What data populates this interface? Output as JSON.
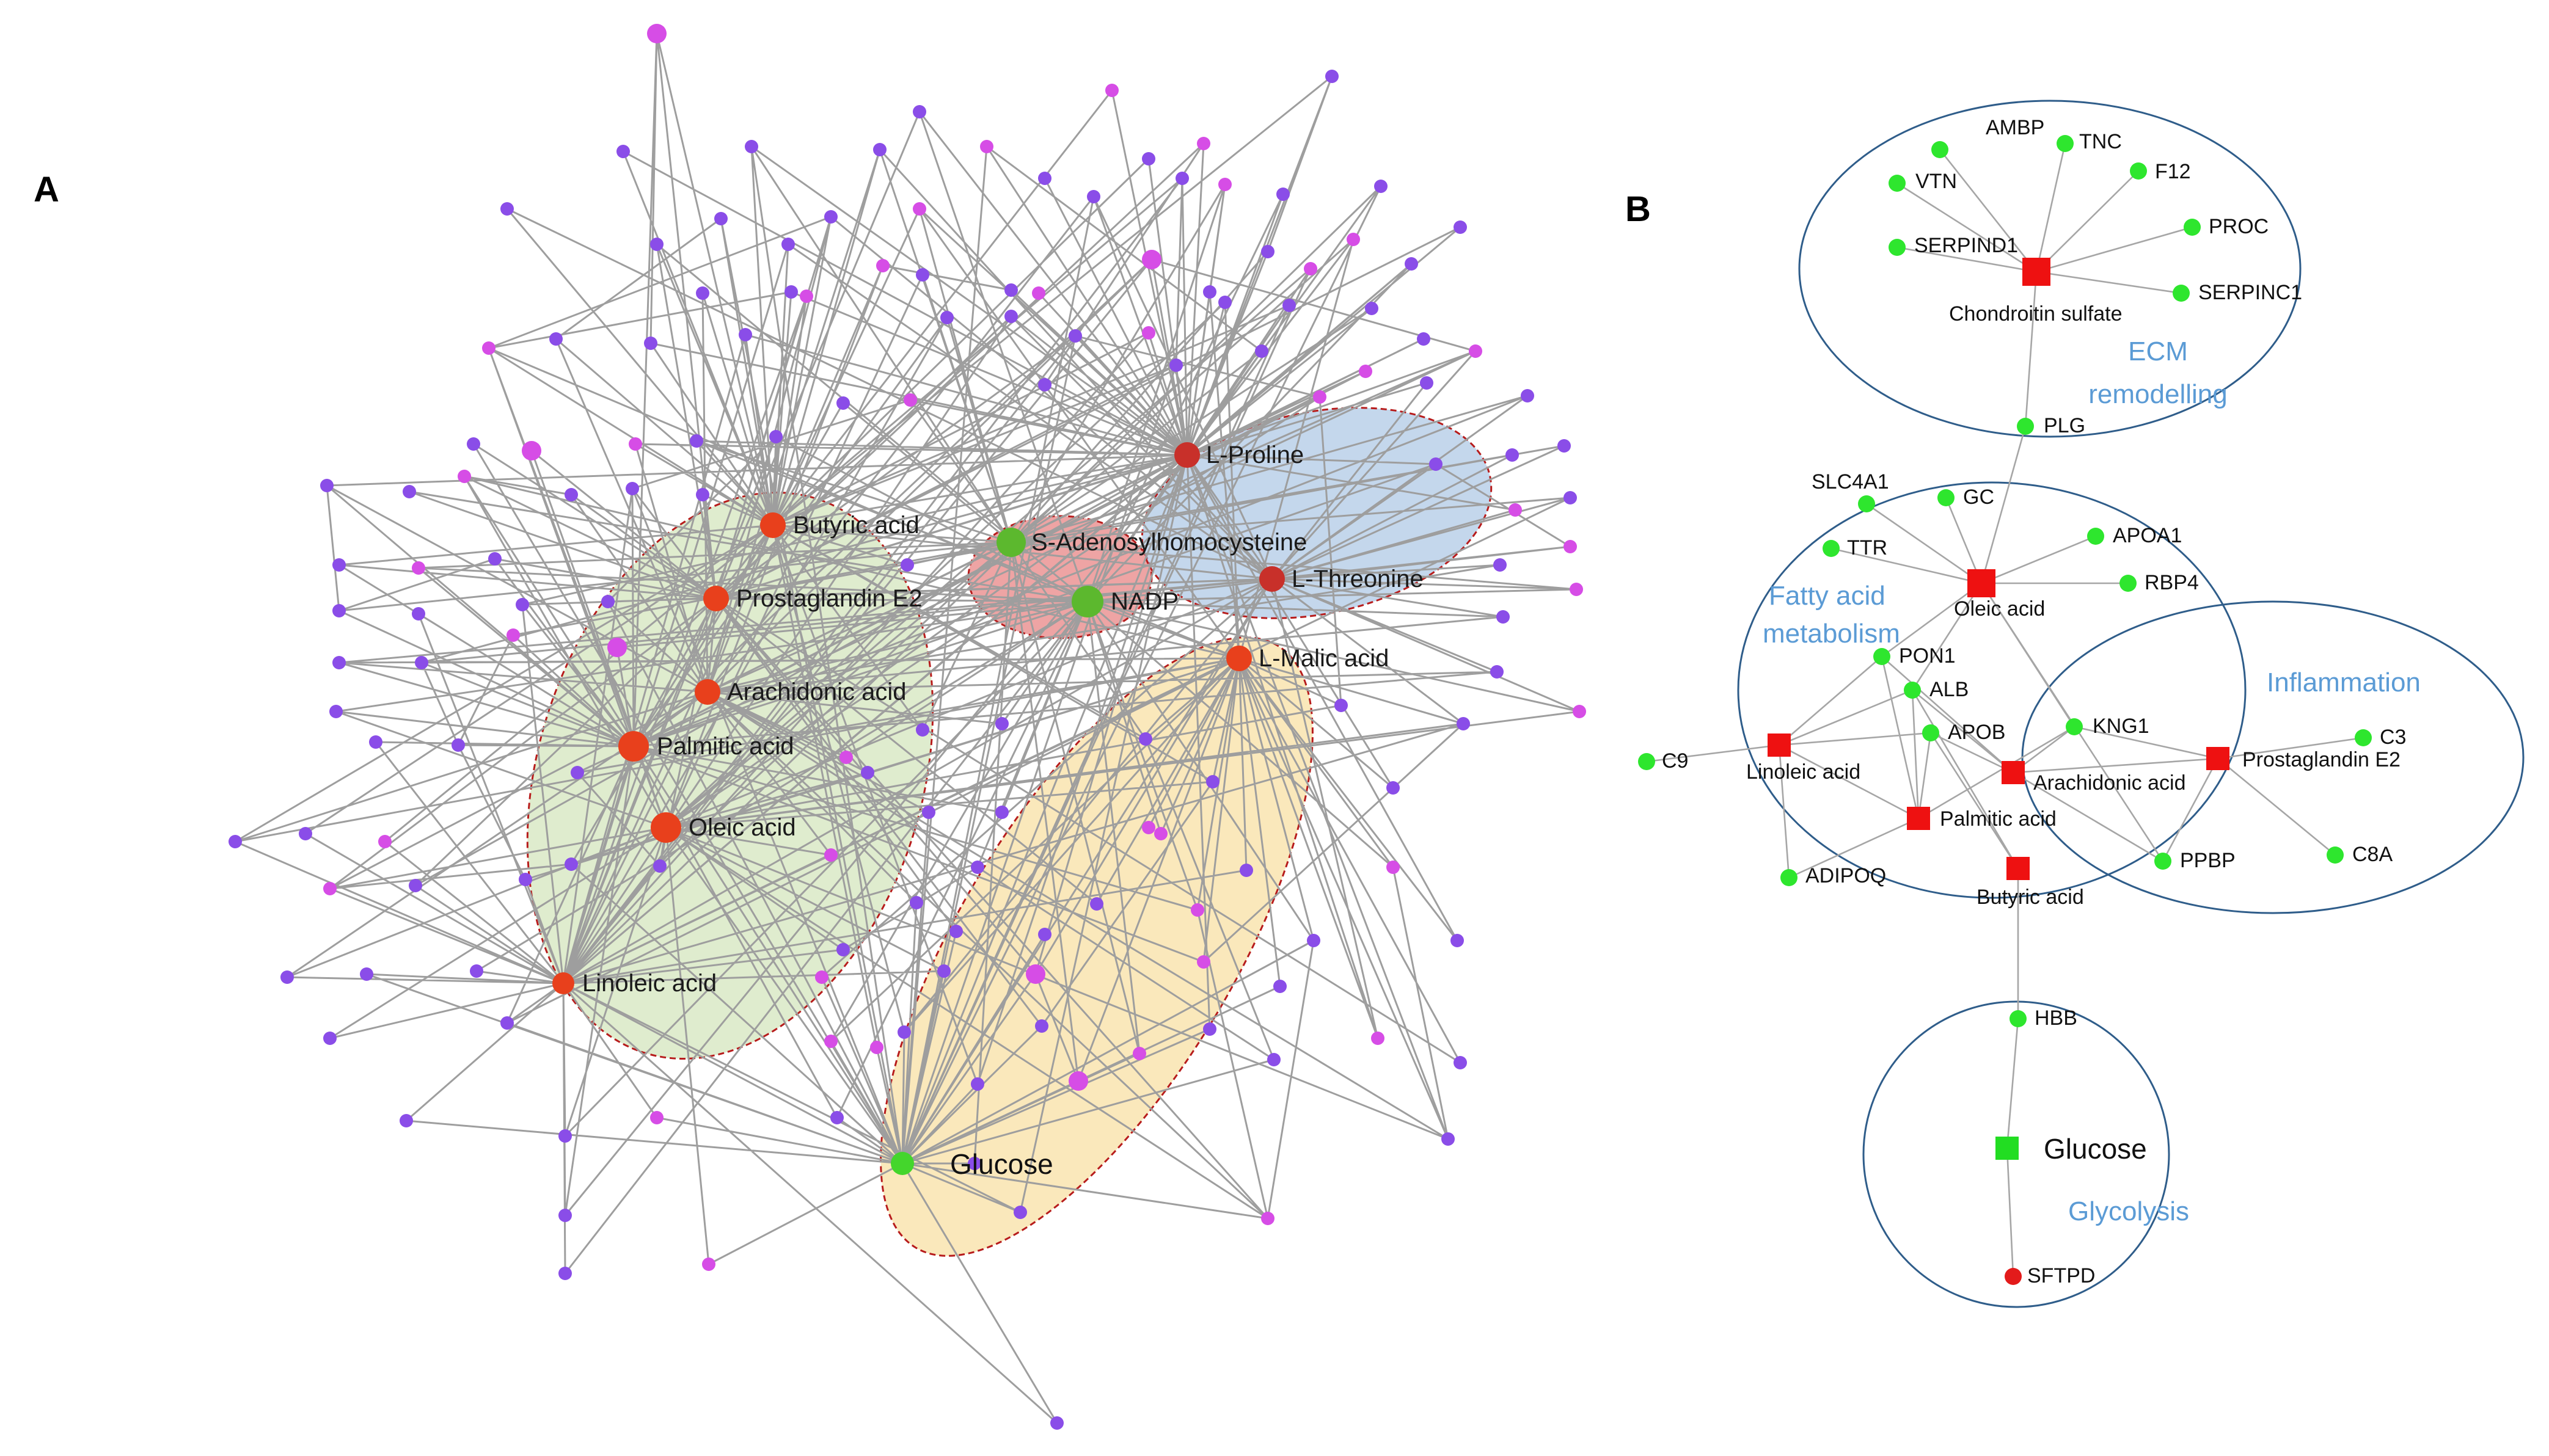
{
  "panels": {
    "a": {
      "letter": "A"
    },
    "b": {
      "letter": "B"
    }
  },
  "colors": {
    "metabolite_red": "#e8401c",
    "hub_green": "#5cb82e",
    "peripheral_purple": "#8a4de8",
    "peripheral_magenta": "#d64de6",
    "group_green": "#c9e0ad",
    "group_red": "#e57373",
    "group_blue": "#9dbde0",
    "group_yellow": "#f7dc97",
    "protein_green": "#2ee62e",
    "metabolite_square_red": "#ee1111",
    "group_label_blue": "#5b9bd5"
  },
  "network_a": {
    "metabolites": [
      {
        "id": "butyric",
        "label": "Butyric acid",
        "type": "metabolite"
      },
      {
        "id": "pge2",
        "label": "Prostaglandin E2",
        "type": "metabolite"
      },
      {
        "id": "arach",
        "label": "Arachidonic acid",
        "type": "metabolite"
      },
      {
        "id": "palmitic",
        "label": "Palmitic acid",
        "type": "metabolite"
      },
      {
        "id": "oleic",
        "label": "Oleic acid",
        "type": "metabolite"
      },
      {
        "id": "linoleic",
        "label": "Linoleic acid",
        "type": "metabolite"
      },
      {
        "id": "sah",
        "label": "S-Adenosylhomocysteine",
        "type": "hub"
      },
      {
        "id": "nadp",
        "label": "NADP",
        "type": "hub"
      },
      {
        "id": "proline",
        "label": "L-Proline",
        "type": "metabolite"
      },
      {
        "id": "threonine",
        "label": "L-Threonine",
        "type": "metabolite"
      },
      {
        "id": "malic",
        "label": "L-Malic acid",
        "type": "metabolite"
      },
      {
        "id": "glucose",
        "label": "Glucose",
        "type": "hub"
      }
    ]
  },
  "network_b": {
    "groups": [
      {
        "id": "ecm",
        "label_line1": "ECM",
        "label_line2": "remodelling"
      },
      {
        "id": "fatty",
        "label_line1": "Fatty acid",
        "label_line2": "metabolism"
      },
      {
        "id": "inflam",
        "label_line1": "Inflammation",
        "label_line2": ""
      },
      {
        "id": "glyco",
        "label_line1": "Glycolysis",
        "label_line2": ""
      }
    ],
    "metabolites": [
      {
        "id": "chondroitin",
        "label": "Chondroitin sulfate"
      },
      {
        "id": "oleic",
        "label": "Oleic acid"
      },
      {
        "id": "linoleic",
        "label": "Linoleic acid"
      },
      {
        "id": "arachidonic",
        "label": "Arachidonic acid"
      },
      {
        "id": "palmitic",
        "label": "Palmitic acid"
      },
      {
        "id": "butyric",
        "label": "Butyric acid"
      },
      {
        "id": "pge2",
        "label": "Prostaglandin E2"
      },
      {
        "id": "glucose",
        "label": "Glucose"
      }
    ],
    "proteins": [
      {
        "id": "ambp",
        "label": "AMBP"
      },
      {
        "id": "tnc",
        "label": "TNC"
      },
      {
        "id": "vtn",
        "label": "VTN"
      },
      {
        "id": "f12",
        "label": "F12"
      },
      {
        "id": "proc",
        "label": "PROC"
      },
      {
        "id": "serpind1",
        "label": "SERPIND1"
      },
      {
        "id": "serpinc1",
        "label": "SERPINC1"
      },
      {
        "id": "plg",
        "label": "PLG"
      },
      {
        "id": "slc4a1",
        "label": "SLC4A1"
      },
      {
        "id": "gc",
        "label": "GC"
      },
      {
        "id": "apoa1",
        "label": "APOA1"
      },
      {
        "id": "ttr",
        "label": "TTR"
      },
      {
        "id": "rbp4",
        "label": "RBP4"
      },
      {
        "id": "pon1",
        "label": "PON1"
      },
      {
        "id": "alb",
        "label": "ALB"
      },
      {
        "id": "kng1",
        "label": "KNG1"
      },
      {
        "id": "apob",
        "label": "APOB"
      },
      {
        "id": "c3",
        "label": "C3"
      },
      {
        "id": "c9",
        "label": "C9"
      },
      {
        "id": "ppbp",
        "label": "PPBP"
      },
      {
        "id": "c8a",
        "label": "C8A"
      },
      {
        "id": "adipoq",
        "label": "ADIPOQ"
      },
      {
        "id": "hbb",
        "label": "HBB"
      },
      {
        "id": "sftpd",
        "label": "SFTPD"
      }
    ]
  }
}
